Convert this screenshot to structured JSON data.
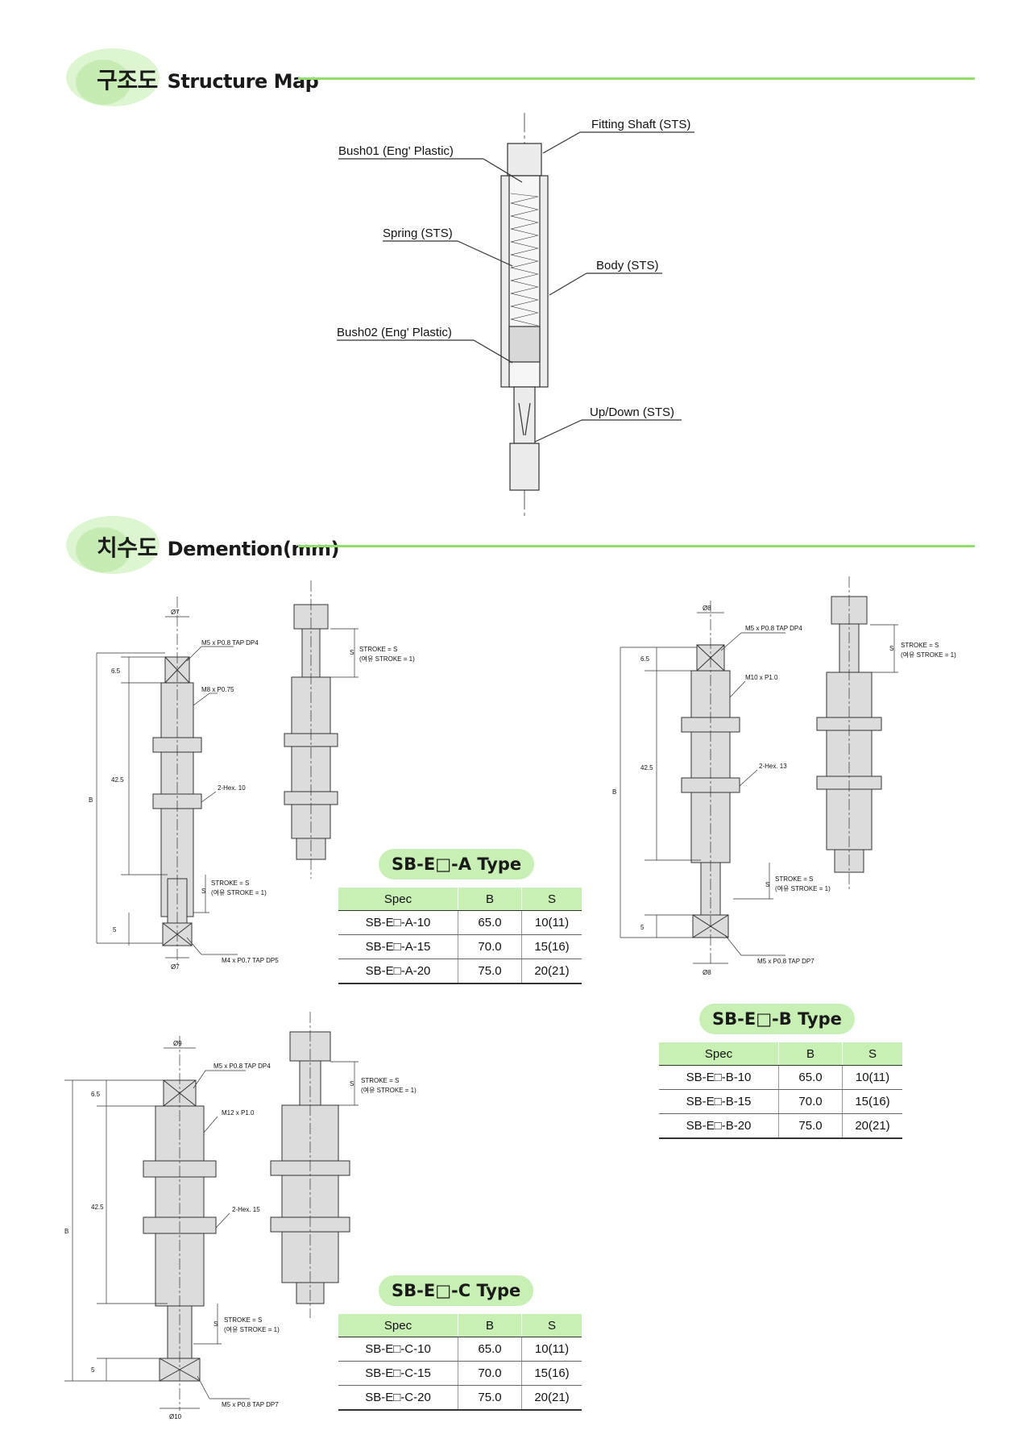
{
  "sections": {
    "structure": {
      "title_ko": "구조도",
      "title_en": "Structure Map"
    },
    "dimension": {
      "title_ko": "치수도",
      "title_en": "Demention(mm)"
    }
  },
  "structure_labels": {
    "fitting_shaft": "Fitting Shaft (STS)",
    "bush01": "Bush01 (Eng' Plastic)",
    "spring": "Spring (STS)",
    "body": "Body (STS)",
    "bush02": "Bush02 (Eng' Plastic)",
    "updown": "Up/Down (STS)"
  },
  "drawing_A": {
    "top_dia": "Ø7",
    "top_tap": "M5 x P0.8 TAP DP4",
    "thread": "M8 x P0.75",
    "hex": "2-Hex. 10",
    "dim_65": "6.5",
    "dim_425": "42.5",
    "dim_B": "B",
    "dim_S": "S",
    "dim_5": "5",
    "stroke1": "STROKE = S",
    "stroke2": "(여유 STROKE = 1)",
    "bot_tap": "M4 x P0.7 TAP DP5",
    "bot_dia": "Ø7"
  },
  "drawing_B": {
    "top_dia": "Ø8",
    "top_tap": "M5 x P0.8 TAP DP4",
    "thread": "M10 x P1.0",
    "hex": "2-Hex. 13",
    "dim_65": "6.5",
    "dim_425": "42.5",
    "dim_B": "B",
    "dim_S": "S",
    "dim_5": "5",
    "stroke1": "STROKE = S",
    "stroke2": "(여유 STROKE = 1)",
    "bot_tap": "M5 x P0.8 TAP DP7",
    "bot_dia": "Ø8"
  },
  "drawing_C": {
    "top_dia": "Ø9",
    "top_tap": "M5 x P0.8 TAP DP4",
    "thread": "M12 x P1.0",
    "hex": "2-Hex. 15",
    "dim_65": "6.5",
    "dim_425": "42.5",
    "dim_B": "B",
    "dim_S": "S",
    "dim_5": "5",
    "stroke1": "STROKE = S",
    "stroke2": "(여유 STROKE = 1)",
    "bot_tap": "M5 x P0.8 TAP DP7",
    "bot_dia": "Ø10"
  },
  "tables": {
    "A": {
      "title": "SB-E□-A Type",
      "headers": [
        "Spec",
        "B",
        "S"
      ],
      "rows": [
        [
          "SB-E□-A-10",
          "65.0",
          "10(11)"
        ],
        [
          "SB-E□-A-15",
          "70.0",
          "15(16)"
        ],
        [
          "SB-E□-A-20",
          "75.0",
          "20(21)"
        ]
      ]
    },
    "B": {
      "title": "SB-E□-B Type",
      "headers": [
        "Spec",
        "B",
        "S"
      ],
      "rows": [
        [
          "SB-E□-B-10",
          "65.0",
          "10(11)"
        ],
        [
          "SB-E□-B-15",
          "70.0",
          "15(16)"
        ],
        [
          "SB-E□-B-20",
          "75.0",
          "20(21)"
        ]
      ]
    },
    "C": {
      "title": "SB-E□-C Type",
      "headers": [
        "Spec",
        "B",
        "S"
      ],
      "rows": [
        [
          "SB-E□-C-10",
          "65.0",
          "10(11)"
        ],
        [
          "SB-E□-C-15",
          "70.0",
          "15(16)"
        ],
        [
          "SB-E□-C-20",
          "75.0",
          "20(21)"
        ]
      ]
    }
  },
  "colors": {
    "accent_green": "#8fe06a",
    "table_header": "#c8f0b4",
    "part_fill": "#dcdcdc"
  }
}
